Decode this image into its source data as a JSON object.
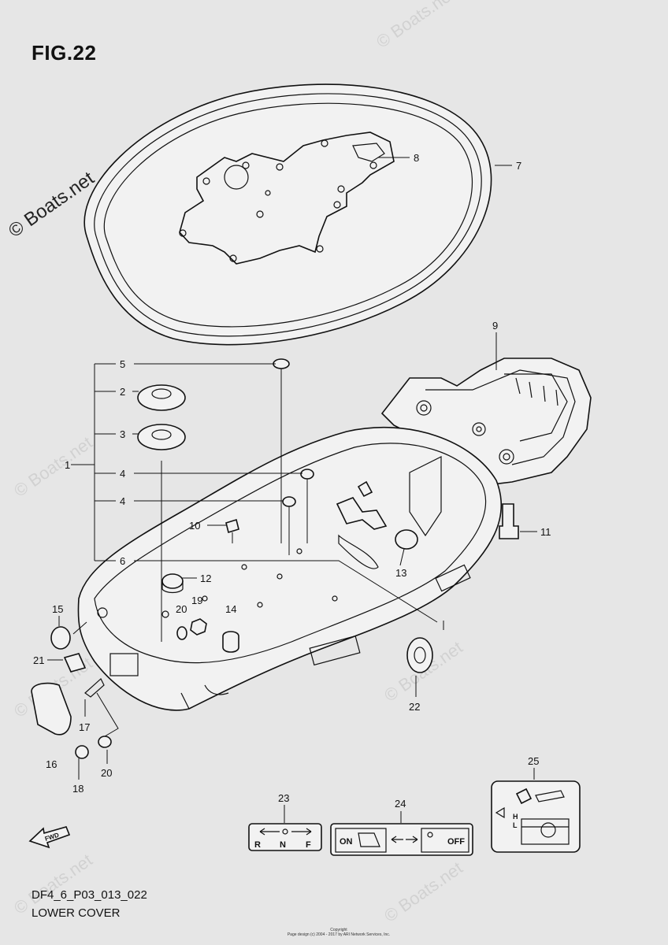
{
  "figure": {
    "title": "FIG.22",
    "code": "DF4_6_P03_013_022",
    "name": "LOWER COVER"
  },
  "watermark": {
    "text": "© Boats.net"
  },
  "copyright_small": {
    "line1": "Copyright",
    "line2": "Page design (c) 2004 - 2017 by ARI Network Services, Inc."
  },
  "callouts": [
    "1",
    "2",
    "3",
    "4",
    "4",
    "5",
    "6",
    "7",
    "8",
    "9",
    "10",
    "11",
    "12",
    "13",
    "14",
    "15",
    "16",
    "17",
    "18",
    "19",
    "20",
    "20",
    "21",
    "22",
    "23",
    "24",
    "25"
  ],
  "decals": {
    "shift_letters": [
      "R",
      "N",
      "F"
    ],
    "on_text": "ON",
    "off_text": "OFF",
    "gauge_high": "H",
    "gauge_low": "L"
  },
  "fwd_label": "FWD",
  "colors": {
    "background": "#e6e6e6",
    "line": "#111111"
  }
}
